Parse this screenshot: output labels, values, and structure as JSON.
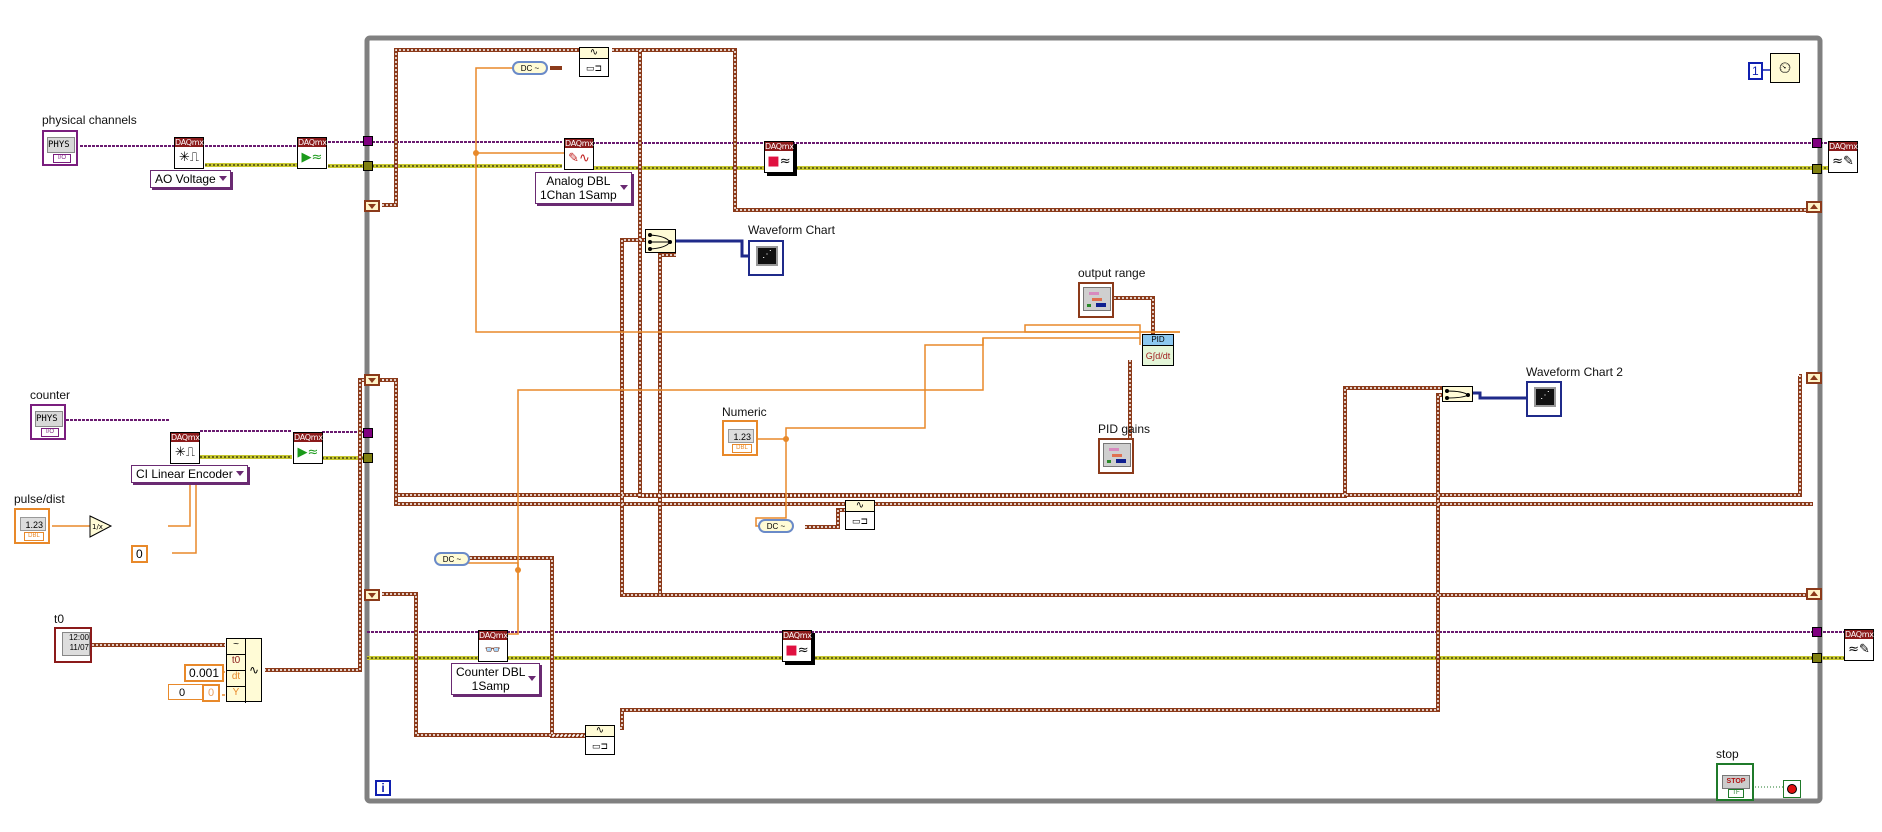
{
  "diagram": {
    "title": "LabVIEW Block Diagram - DAQmx PID control loop",
    "loop": {
      "type": "while-loop",
      "iteration_terminal": "i",
      "stop_label": "stop"
    }
  },
  "controls": {
    "physical_channels": {
      "label": "physical channels",
      "value": "PHYS",
      "type_tag": "I/O"
    },
    "counter": {
      "label": "counter",
      "value": "PHYS",
      "type_tag": "I/O"
    },
    "pulse_dist": {
      "label": "pulse/dist",
      "value": "1.23",
      "type_tag": "DBL"
    },
    "t0": {
      "label": "t0",
      "value_time": "12:00",
      "value_date": "11/07"
    },
    "numeric": {
      "label": "Numeric",
      "value": "1.23",
      "type_tag": "DBL"
    },
    "output_range": {
      "label": "output range"
    },
    "pid_gains": {
      "label": "PID gains"
    },
    "stop": {
      "label": "stop",
      "button_text": "STOP",
      "type_tag": "TF"
    }
  },
  "indicators": {
    "waveform_chart": {
      "label": "Waveform Chart"
    },
    "waveform_chart_2": {
      "label": "Waveform Chart 2"
    }
  },
  "selectors": {
    "ao_voltage": "AO Voltage",
    "ci_linear_encoder": "CI Linear Encoder",
    "analog_dbl_line1": "Analog DBL",
    "analog_dbl_line2": "1Chan 1Samp",
    "counter_dbl_line1": "Counter DBL",
    "counter_dbl_line2": "1Samp"
  },
  "constants": {
    "encoder_zero": "0",
    "dt": "0.001",
    "y_index": "0",
    "y_value": "0",
    "wait_ms": "1"
  },
  "build_waveform": {
    "in_label": "~",
    "t0": "t0",
    "dt": "dt",
    "y": "Y"
  },
  "functions": {
    "daqmx_header": "DAQmx",
    "pid_header": "PID",
    "pid_glyph": "G∫d/dt",
    "dc_wave_label": "DC ~",
    "reciprocal_label": "1/x",
    "stop_tf": "TF"
  },
  "colors": {
    "loop_border": "#808080",
    "daqmx_red": "#8b1a1a",
    "task_wire": "#6a1b70",
    "error_wire": "#c8c832",
    "waveform_wire": "#8b3a1a",
    "dbl_wire": "#e8892a",
    "chart_wire": "#1f2a8a"
  }
}
